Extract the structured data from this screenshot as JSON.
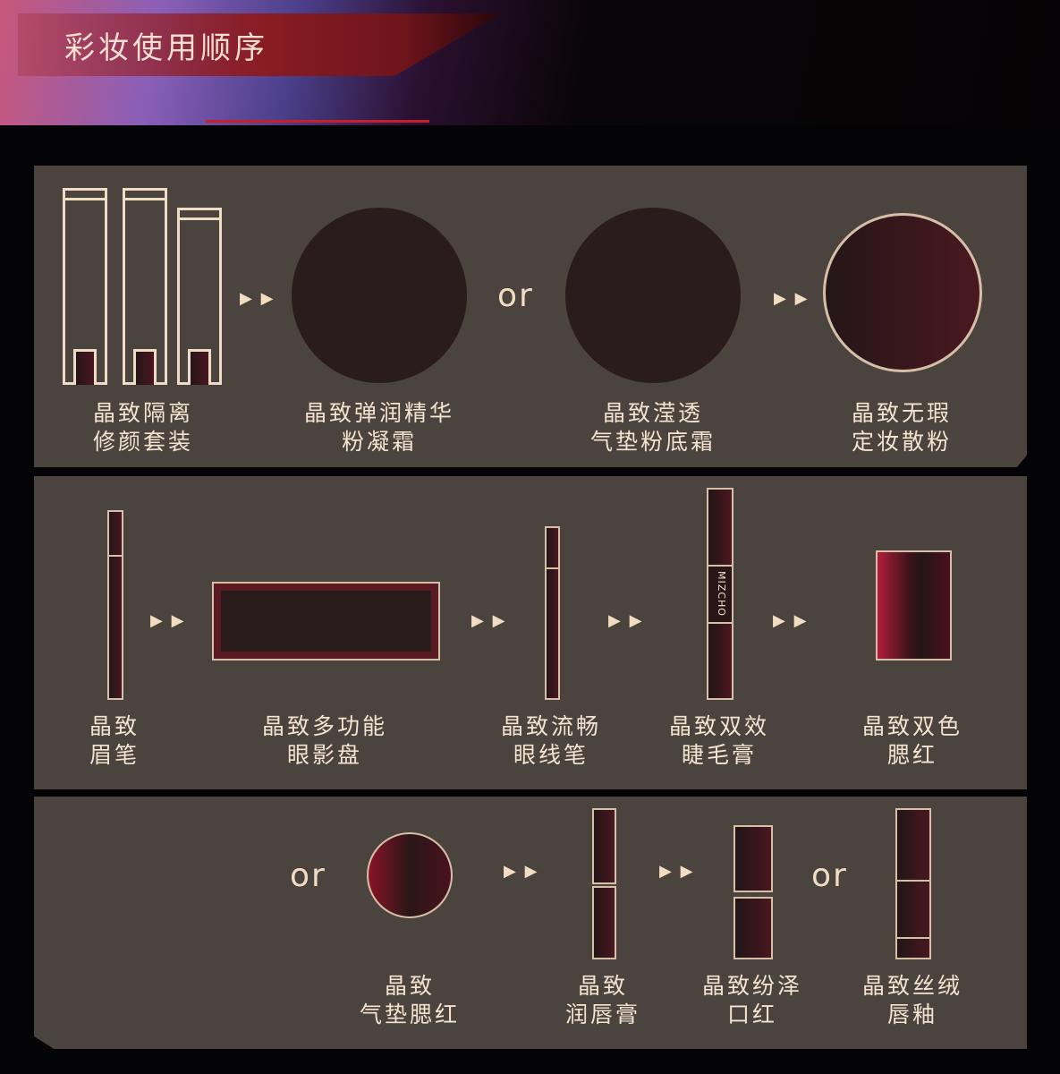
{
  "header": {
    "title": "彩妆使用顺序"
  },
  "connectors": {
    "arrow": "▶ ▶",
    "or": "or"
  },
  "brand_mark": "MIZCHO",
  "colors": {
    "panel": "#4b433e",
    "accent": "#8a1c24",
    "cream": "#efdcc5"
  },
  "step1": [
    {
      "line1": "晶致隔离",
      "line2": "修颜套装"
    },
    {
      "line1": "晶致弹润精华",
      "line2": "粉凝霜"
    },
    {
      "line1": "晶致滢透",
      "line2": "气垫粉底霜"
    },
    {
      "line1": "晶致无瑕",
      "line2": "定妆散粉"
    }
  ],
  "step2": [
    {
      "line1": "晶致",
      "line2": "眉笔"
    },
    {
      "line1": "晶致多功能",
      "line2": "眼影盘"
    },
    {
      "line1": "晶致流畅",
      "line2": "眼线笔"
    },
    {
      "line1": "晶致双效",
      "line2": "睫毛膏"
    },
    {
      "line1": "晶致双色",
      "line2": "腮红"
    }
  ],
  "step3": [
    {
      "line1": "晶致",
      "line2": "气垫腮红"
    },
    {
      "line1": "晶致",
      "line2": "润唇膏"
    },
    {
      "line1": "晶致纷泽",
      "line2": "口红"
    },
    {
      "line1": "晶致丝绒",
      "line2": "唇釉"
    }
  ]
}
